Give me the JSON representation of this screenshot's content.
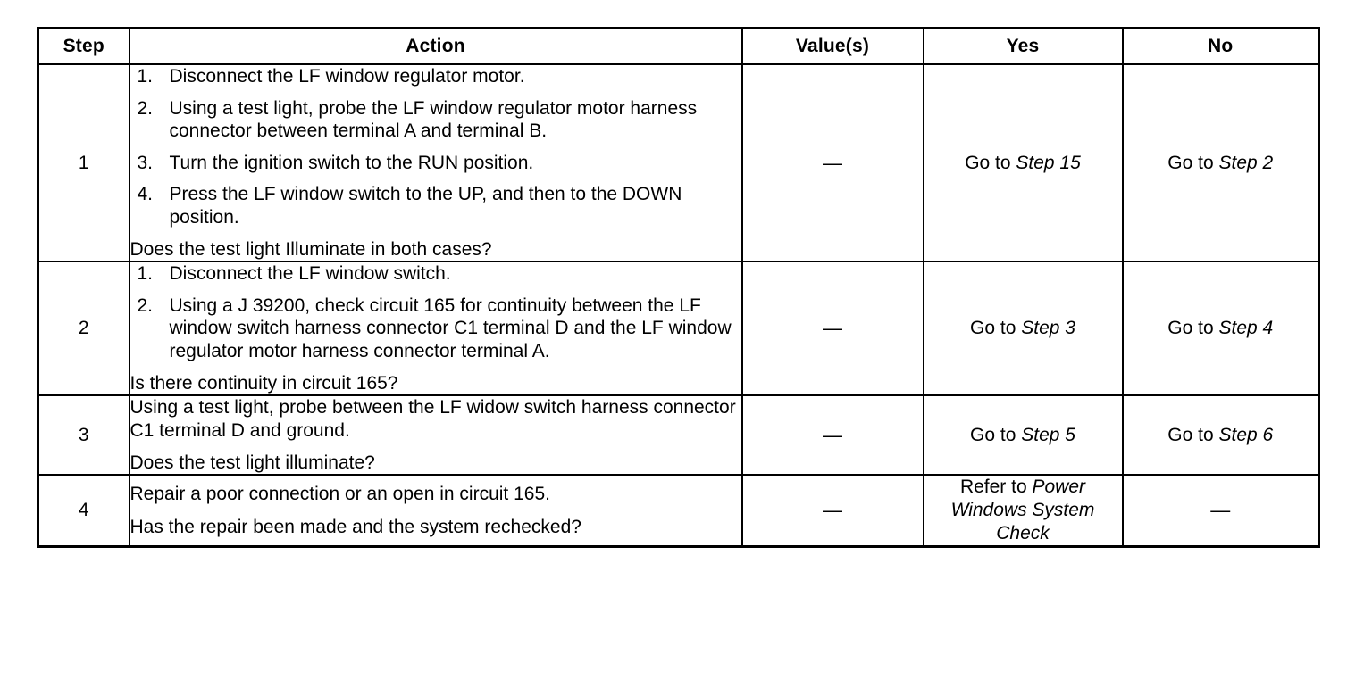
{
  "table": {
    "headers": {
      "step": "Step",
      "action": "Action",
      "value": "Value(s)",
      "yes": "Yes",
      "no": "No"
    },
    "dash": "—",
    "rows": [
      {
        "step": "1",
        "numbered_items": [
          {
            "num": "1.",
            "text": "Disconnect the LF window regulator motor."
          },
          {
            "num": "2.",
            "text": "Using a test light, probe the LF window regulator motor harness connector between terminal A and terminal B."
          },
          {
            "num": "3.",
            "text": "Turn the ignition switch to the RUN position."
          },
          {
            "num": "4.",
            "text": "Press the LF window switch to the UP, and then to the DOWN position."
          }
        ],
        "question": "Does the test light Illuminate in both cases?",
        "value": "—",
        "yes_prefix": "Go to ",
        "yes_italic": "Step 15",
        "no_prefix": "Go to ",
        "no_italic": "Step 2"
      },
      {
        "step": "2",
        "numbered_items": [
          {
            "num": "1.",
            "text": "Disconnect the LF window switch."
          },
          {
            "num": "2.",
            "text": "Using a J 39200, check circuit 165 for continuity between the LF window switch harness connector C1 terminal D and the LF window regulator motor harness connector terminal A."
          }
        ],
        "question": "Is there continuity in circuit 165?",
        "value": "—",
        "yes_prefix": "Go to ",
        "yes_italic": "Step 3",
        "no_prefix": "Go to ",
        "no_italic": "Step 4"
      },
      {
        "step": "3",
        "lead": "Using a test light, probe between the LF widow switch harness connector C1 terminal D and ground.",
        "question": "Does the test light illuminate?",
        "value": "—",
        "yes_prefix": "Go to ",
        "yes_italic": "Step 5",
        "no_prefix": "Go to ",
        "no_italic": "Step 6"
      },
      {
        "step": "4",
        "lead": "Repair a poor connection or an open in circuit 165.",
        "question": "Has the repair been made and the system rechecked?",
        "value": "—",
        "yes_prefix": "Refer to ",
        "yes_italic": "Power Windows System Check",
        "no_text": "—"
      }
    ]
  }
}
